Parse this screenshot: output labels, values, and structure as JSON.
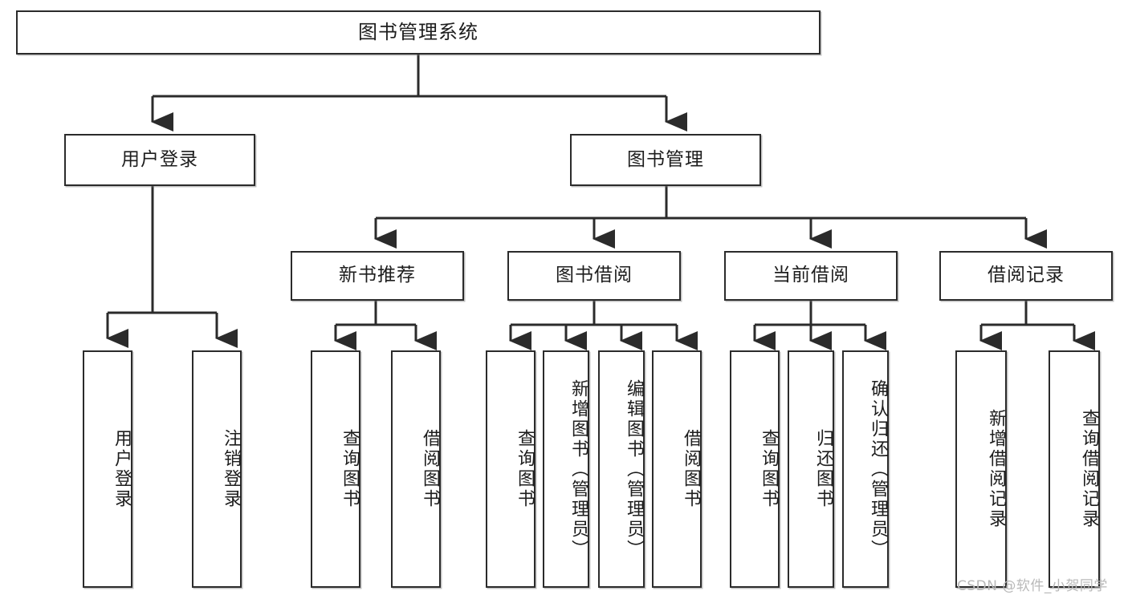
{
  "diagram": {
    "title": "图书管理系统",
    "watermark": "CSDN @软件_小贺同学",
    "stroke_color": "#2b2b2b",
    "background_color": "#ffffff",
    "text_color": "#1d1d1d",
    "nodes": {
      "root": {
        "label": "图书管理系统"
      },
      "level2": [
        {
          "label": "用户登录"
        },
        {
          "label": "图书管理"
        }
      ],
      "level3": [
        {
          "label": "新书推荐"
        },
        {
          "label": "图书借阅"
        },
        {
          "label": "当前借阅"
        },
        {
          "label": "借阅记录"
        }
      ],
      "leaves_user_login": [
        {
          "label": "用户登录"
        },
        {
          "label": "注销登录"
        }
      ],
      "leaves_new_book": [
        {
          "label": "查询图书"
        },
        {
          "label": "借阅图书"
        }
      ],
      "leaves_borrow": [
        {
          "label": "查询图书"
        },
        {
          "label": "新增图书（管理员）"
        },
        {
          "label": "编辑图书（管理员）"
        },
        {
          "label": "借阅图书"
        }
      ],
      "leaves_current": [
        {
          "label": "查询图书"
        },
        {
          "label": "归还图书"
        },
        {
          "label": "确认归还（管理员）"
        }
      ],
      "leaves_records": [
        {
          "label": "新增借阅记录"
        },
        {
          "label": "查询借阅记录"
        }
      ]
    }
  }
}
